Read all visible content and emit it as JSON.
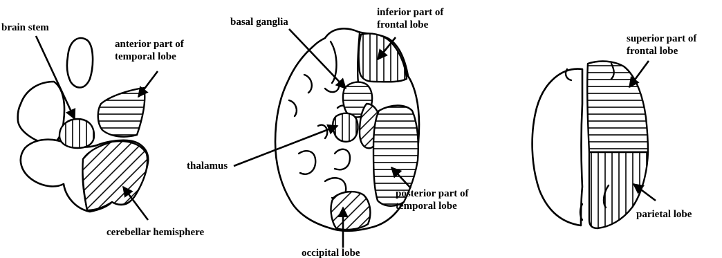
{
  "labels": {
    "brain_stem": "brain stem",
    "anterior_temporal_1": "anterior part of",
    "anterior_temporal_2": "temporal lobe",
    "cerebellar_hemisphere": "cerebellar hemisphere",
    "basal_ganglia": "basal ganglia",
    "inferior_frontal_1": "inferior part of",
    "inferior_frontal_2": "frontal lobe",
    "thalamus": "thalamus",
    "posterior_temporal_1": "posterior part of",
    "posterior_temporal_2": "temporal lobe",
    "occipital_lobe": "occipital lobe",
    "superior_frontal_1": "superior part of",
    "superior_frontal_2": "frontal lobe",
    "parietal_lobe": "parietal lobe"
  },
  "colors": {
    "ink": "#000000",
    "background": "#ffffff"
  }
}
